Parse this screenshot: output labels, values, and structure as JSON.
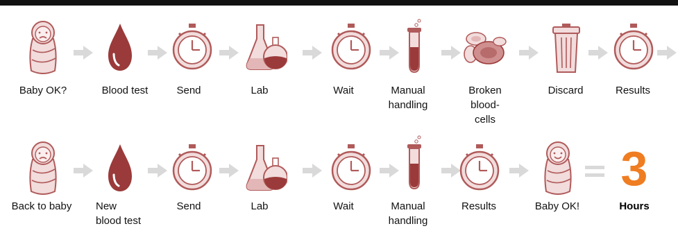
{
  "colors": {
    "icon_fill": "#f2dcdc",
    "icon_stroke": "#b05a5a",
    "blood": "#9b3a3a",
    "arrow": "#d9d9d9",
    "accent": "#ef7d22"
  },
  "row1": [
    {
      "icon": "baby-sad-icon",
      "label": "Baby OK?"
    },
    {
      "icon": "blood-drop-icon",
      "label": "Blood test"
    },
    {
      "icon": "stopwatch-icon",
      "label": "Send"
    },
    {
      "icon": "flasks-icon",
      "label": "Lab"
    },
    {
      "icon": "stopwatch-icon",
      "label": "Wait"
    },
    {
      "icon": "test-tube-icon",
      "label": "Manual handling"
    },
    {
      "icon": "blood-cells-icon",
      "label": "Broken blood-cells"
    },
    {
      "icon": "trash-can-icon",
      "label": "Discard"
    },
    {
      "icon": "stopwatch-icon",
      "label": "Results"
    }
  ],
  "row2": [
    {
      "icon": "baby-sad-icon",
      "label": "Back to baby"
    },
    {
      "icon": "blood-drop-icon",
      "label": "New blood test"
    },
    {
      "icon": "stopwatch-icon",
      "label": "Send"
    },
    {
      "icon": "flasks-icon",
      "label": "Lab"
    },
    {
      "icon": "stopwatch-icon",
      "label": "Wait"
    },
    {
      "icon": "test-tube-icon",
      "label": "Manual handling"
    },
    {
      "icon": "stopwatch-icon",
      "label": "Results"
    },
    {
      "icon": "baby-happy-icon",
      "label": "Baby OK!"
    }
  ],
  "total": {
    "value": "3",
    "unit": "Hours"
  }
}
